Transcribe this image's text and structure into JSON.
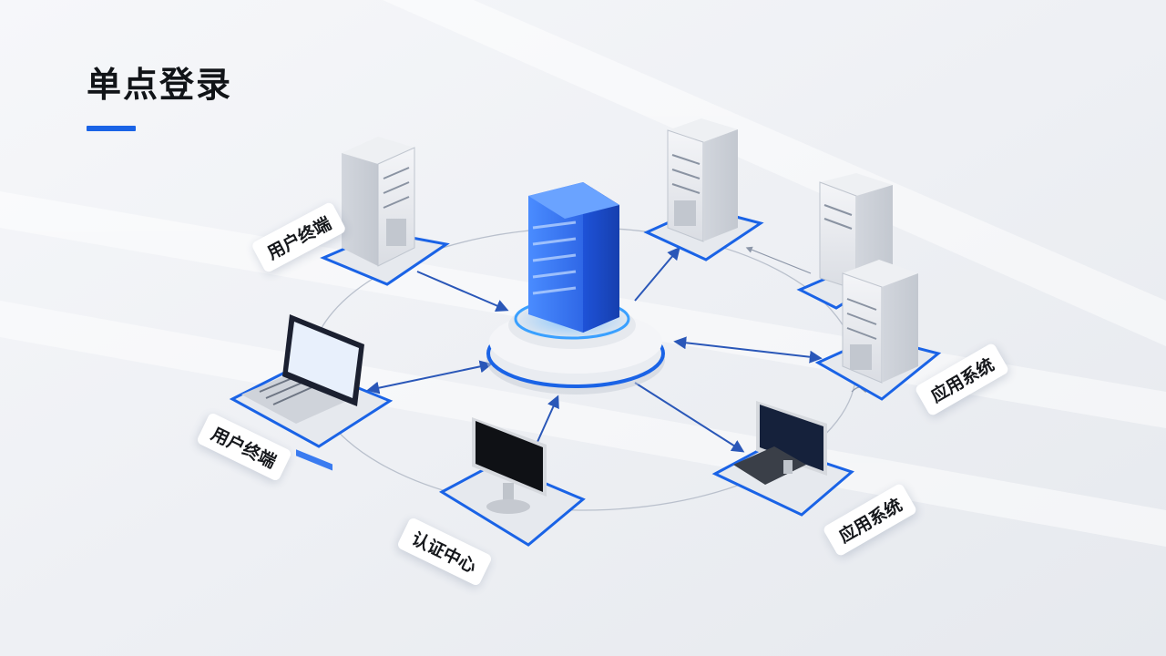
{
  "title": "单点登录",
  "labels": {
    "user_terminal_top": "用户终端",
    "user_terminal_laptop": "用户终端",
    "auth_center": "认证中心",
    "app_system_right": "应用系统",
    "app_system_bottom": "应用系统"
  },
  "colors": {
    "accent": "#1a63e6",
    "hub_blue": "#2f6ff0",
    "arrow": "#2a57b8",
    "server_gray": "#e7eaef"
  }
}
